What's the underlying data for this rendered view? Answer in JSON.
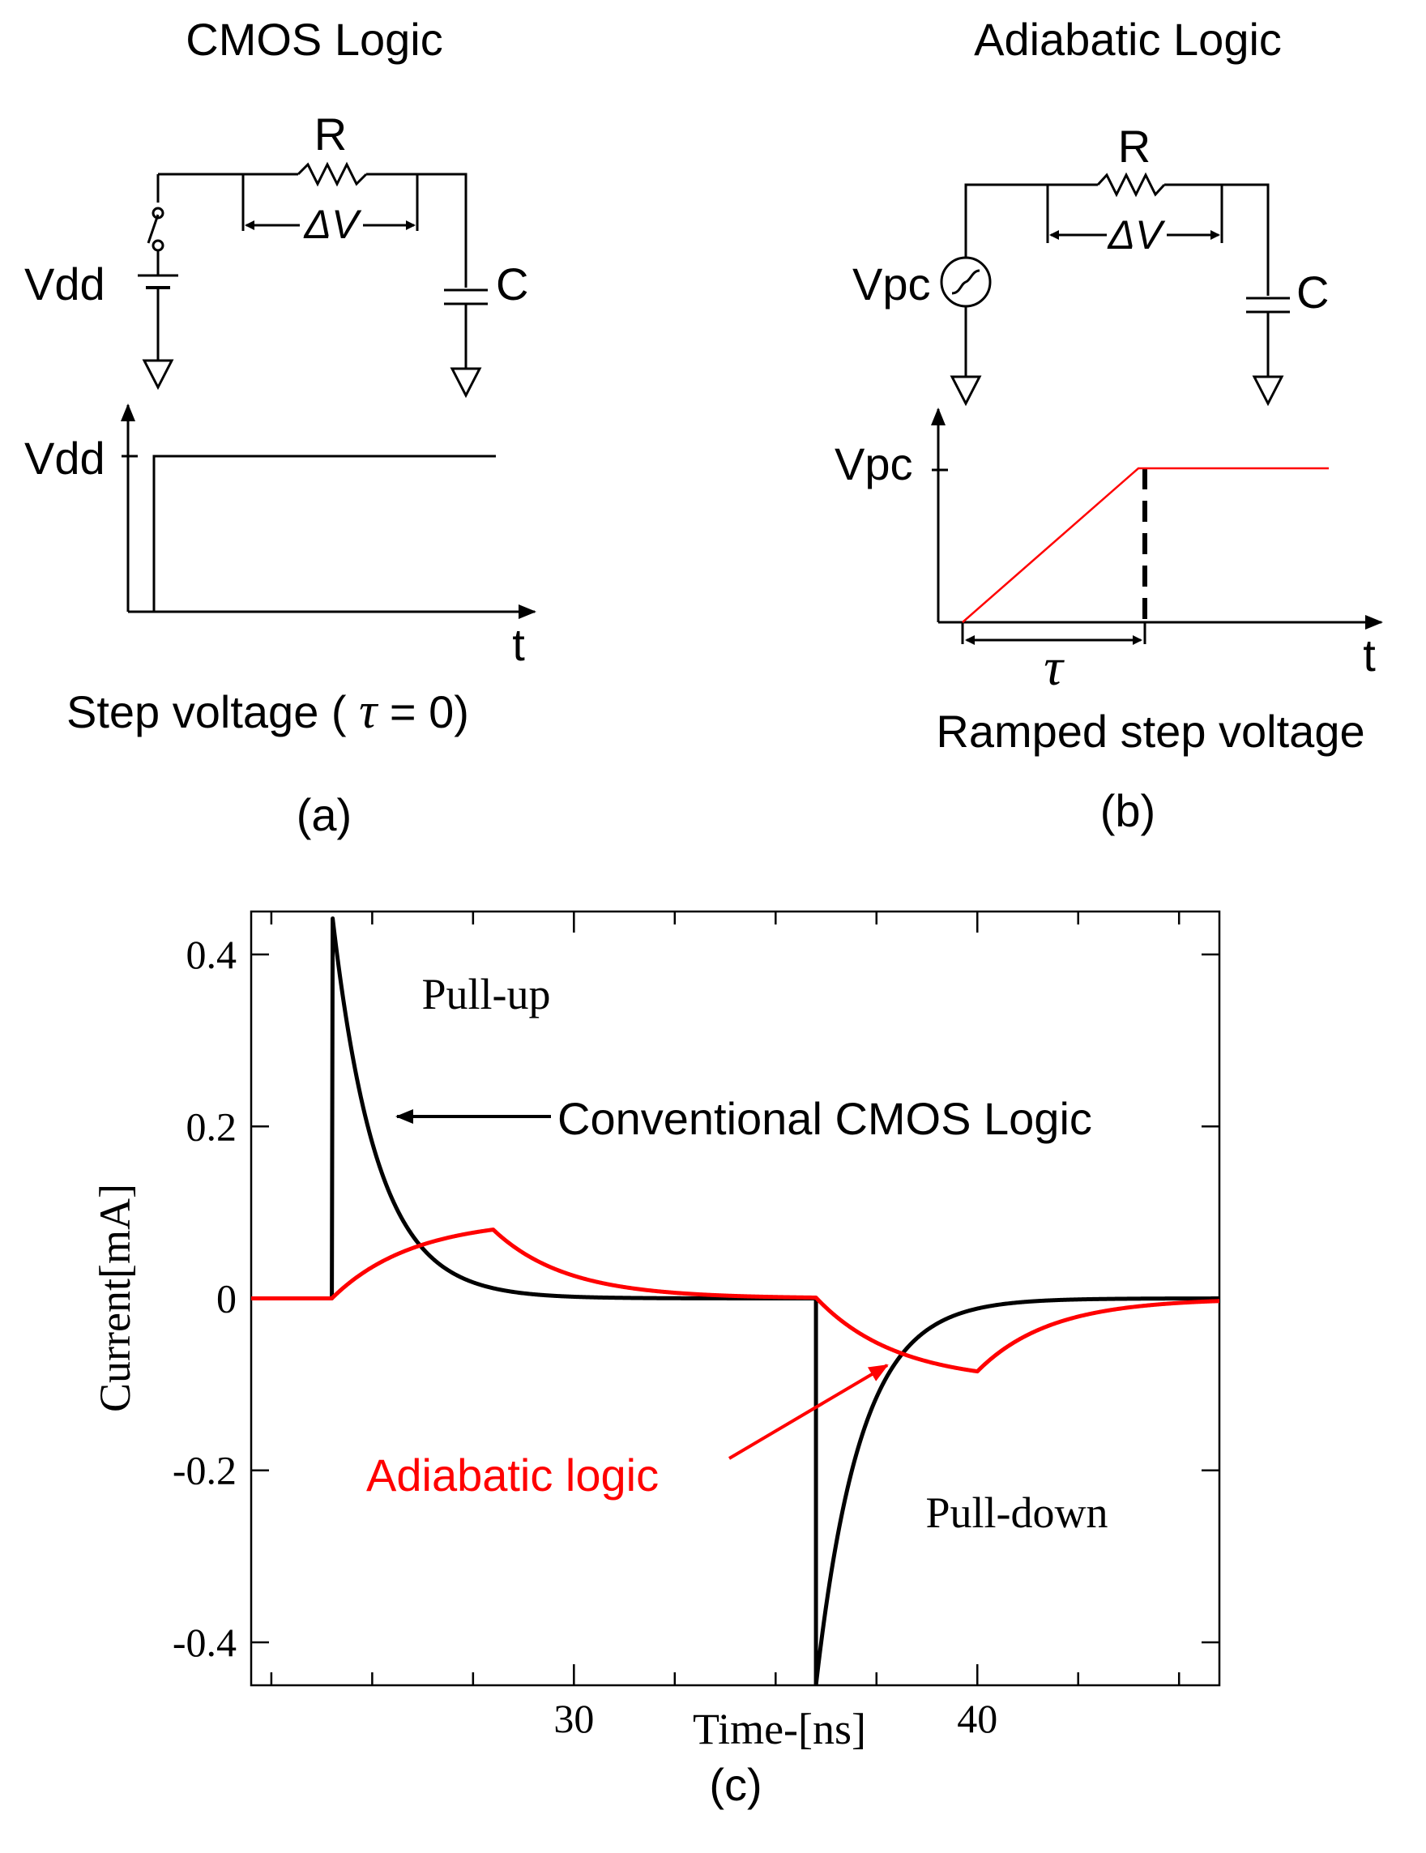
{
  "panel_a": {
    "title": "CMOS Logic",
    "resistor_label": "R",
    "delta_v_label": "ΔV",
    "source_label": "Vdd",
    "capacitor_label": "C",
    "graph_level_label": "Vdd",
    "t_label": "t",
    "caption_prefix": "Step voltage ( ",
    "caption_tau": "τ",
    "caption_suffix": " = 0)",
    "panel_letter": "(a)"
  },
  "panel_b": {
    "title": "Adiabatic Logic",
    "resistor_label": "R",
    "delta_v_label": "ΔV",
    "source_label": "Vpc",
    "capacitor_label": "C",
    "graph_level_label": "Vpc",
    "tau_label": "τ",
    "t_label": "t",
    "caption": "Ramped step voltage",
    "panel_letter": "(b)",
    "ramp_color": "#ff0000"
  },
  "chart_data": {
    "type": "line",
    "xlabel": "Time-[ns]",
    "ylabel": "Current[mA]",
    "xlim": [
      22,
      46
    ],
    "ylim": [
      -0.45,
      0.45
    ],
    "x_ticks": [
      30,
      40
    ],
    "y_ticks": [
      0.4,
      0.2,
      0,
      -0.2,
      -0.4
    ],
    "y_tick_labels": [
      "0.4",
      "0.2",
      "0",
      "-0.2",
      "-0.4"
    ],
    "x_tick_labels": [
      "30",
      "40"
    ],
    "series": [
      {
        "name": "Conventional CMOS Logic",
        "color": "#000000",
        "pulls": [
          {
            "t0": 24,
            "peak": 0.45,
            "tau_ns": 1.1
          },
          {
            "t0": 36,
            "peak": -0.45,
            "tau_ns": 1.1
          }
        ]
      },
      {
        "name": "Adiabatic logic",
        "color": "#ff0000",
        "pulls": [
          {
            "t0": 24,
            "t1": 28,
            "peak": 0.08,
            "rise_tau_ns": 2.0,
            "fall_tau_ns": 1.8
          },
          {
            "t0": 36,
            "t1": 40,
            "peak": -0.085,
            "rise_tau_ns": 2.0,
            "fall_tau_ns": 1.8
          }
        ]
      }
    ],
    "annotations": {
      "pull_up": "Pull-up",
      "pull_down": "Pull-down",
      "cmos_label": "Conventional CMOS Logic",
      "adiabatic_label": "Adiabatic logic"
    },
    "panel_letter": "(c)"
  }
}
